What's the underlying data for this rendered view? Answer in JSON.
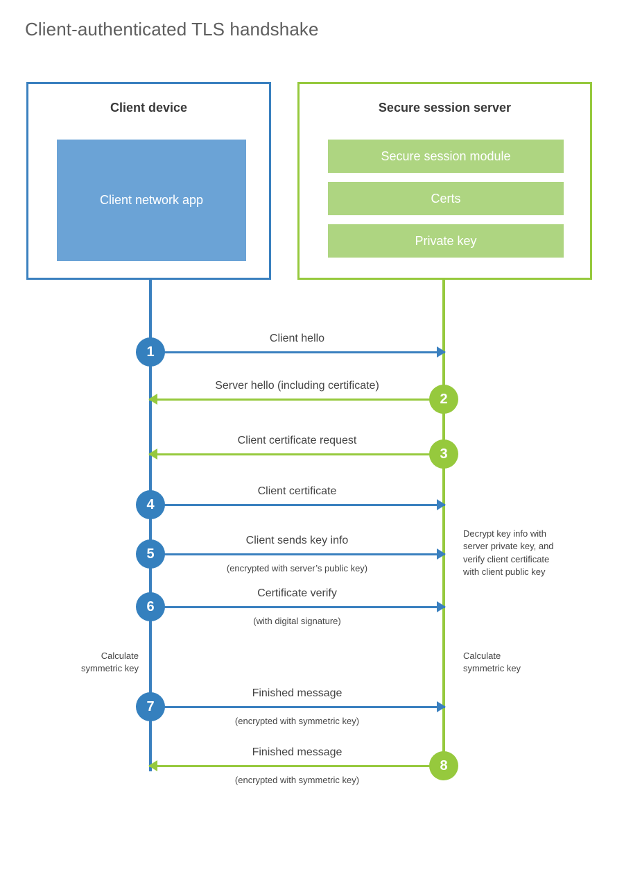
{
  "title": "Client-authenticated TLS handshake",
  "colors": {
    "blue_border": "#3a80bf",
    "blue_fill": "#6ba3d6",
    "blue_circle": "#3580be",
    "green_border": "#96c93d",
    "green_fill": "#aed581",
    "green_circle": "#96c93d",
    "title_text": "#5e5e5e",
    "body_text": "#444444"
  },
  "actors": {
    "client": {
      "title": "Client device",
      "app_label": "Client network app"
    },
    "server": {
      "title": "Secure session server",
      "components": [
        "Secure session module",
        "Certs",
        "Private key"
      ]
    }
  },
  "messages": [
    {
      "step": "1",
      "label": "Client hello",
      "sublabel": "",
      "direction": "client-to-server",
      "origin": "client"
    },
    {
      "step": "2",
      "label": "Server hello (including certificate)",
      "sublabel": "",
      "direction": "server-to-client",
      "origin": "server"
    },
    {
      "step": "3",
      "label": "Client certificate request",
      "sublabel": "",
      "direction": "server-to-client",
      "origin": "server"
    },
    {
      "step": "4",
      "label": "Client certificate",
      "sublabel": "",
      "direction": "client-to-server",
      "origin": "client"
    },
    {
      "step": "5",
      "label": "Client sends key info",
      "sublabel": "(encrypted with server’s public key)",
      "direction": "client-to-server",
      "origin": "client"
    },
    {
      "step": "6",
      "label": "Certificate verify",
      "sublabel": "(with digital signature)",
      "direction": "client-to-server",
      "origin": "client"
    },
    {
      "step": "7",
      "label": "Finished message",
      "sublabel": "(encrypted with symmetric key)",
      "direction": "client-to-server",
      "origin": "client"
    },
    {
      "step": "8",
      "label": "Finished message",
      "sublabel": "(encrypted with symmetric key)",
      "direction": "server-to-client",
      "origin": "server"
    }
  ],
  "notes": {
    "server_decrypt": {
      "lines": [
        "Decrypt key info with",
        "server private key, and",
        "verify client certificate",
        "with client public key"
      ]
    },
    "client_calculate": {
      "lines": [
        "Calculate",
        "symmetric key"
      ]
    },
    "server_calculate": {
      "lines": [
        "Calculate",
        "symmetric key"
      ]
    }
  }
}
